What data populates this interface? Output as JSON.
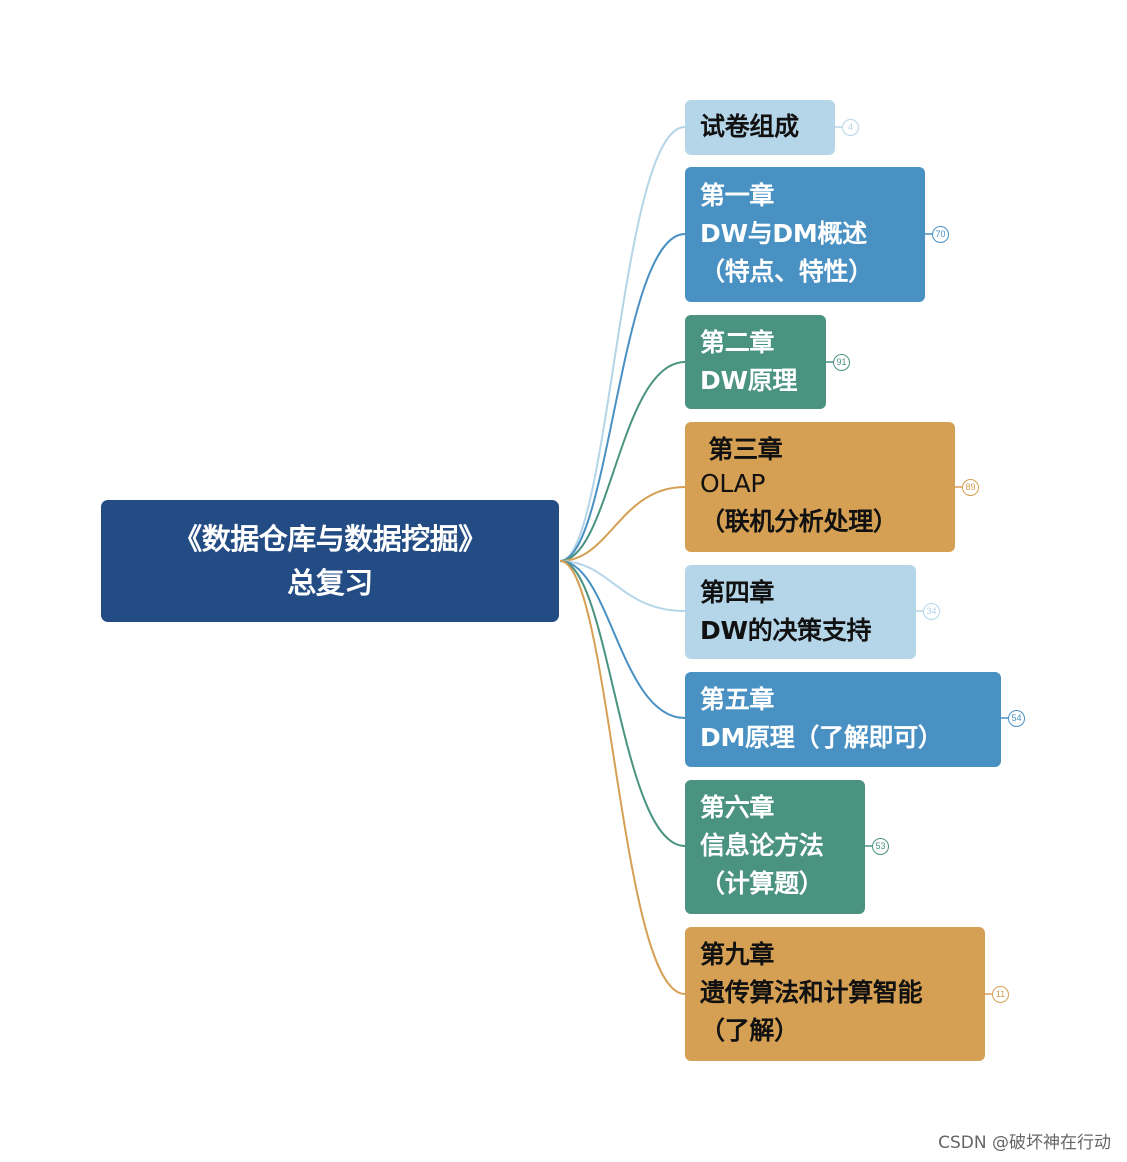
{
  "root": {
    "line1": "《数据仓库与数据挖掘》",
    "line2": "总复习"
  },
  "colors": {
    "light": "#b5d5e8",
    "blue": "#4a91c3",
    "teal": "#4a9381",
    "gold": "#d5a053",
    "root": "#244c84"
  },
  "branches": [
    {
      "lines": [
        "试卷组成"
      ],
      "count": "4",
      "color": "light"
    },
    {
      "lines": [
        "第一章",
        "DW与DM概述",
        "（特点、特性）"
      ],
      "count": "70",
      "color": "blue"
    },
    {
      "lines": [
        "第二章",
        "DW原理"
      ],
      "count": "91",
      "color": "teal"
    },
    {
      "lines": [
        " 第三章",
        "OLAP",
        "（联机分析处理）"
      ],
      "count": "89",
      "color": "gold"
    },
    {
      "lines": [
        "第四章",
        "DW的决策支持"
      ],
      "count": "34",
      "color": "light"
    },
    {
      "lines": [
        "第五章",
        "DM原理（了解即可）"
      ],
      "count": "54",
      "color": "blue"
    },
    {
      "lines": [
        "第六章",
        "信息论方法",
        "（计算题）"
      ],
      "count": "53",
      "color": "teal"
    },
    {
      "lines": [
        "第九章",
        "遗传算法和计算智能",
        "（了解）"
      ],
      "count": "11",
      "color": "gold"
    }
  ],
  "watermark": "CSDN @破坏神在行动"
}
